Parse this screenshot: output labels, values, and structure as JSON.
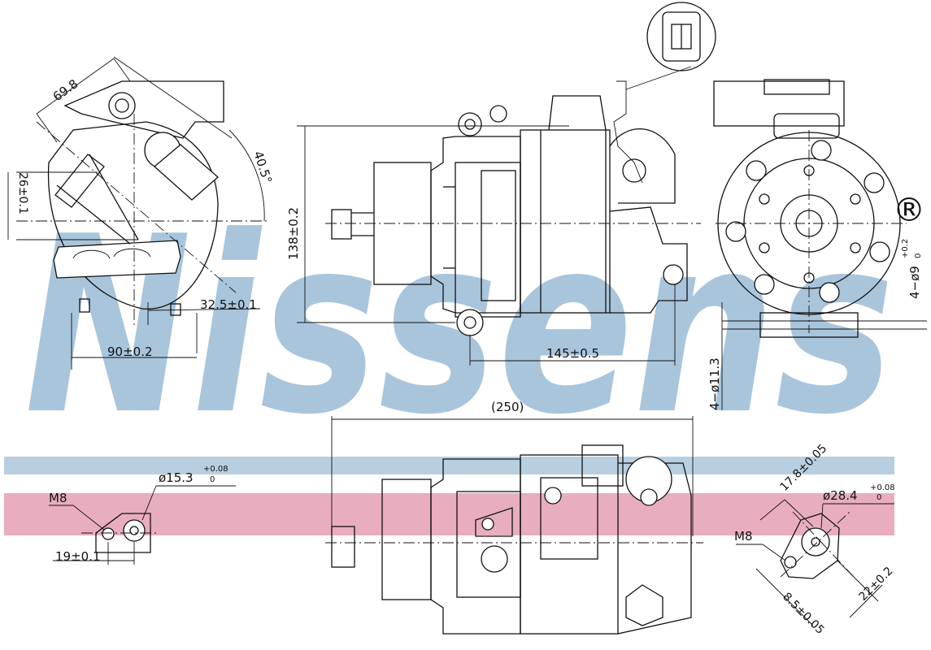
{
  "watermark": {
    "brand": "Nissens",
    "registered": "®",
    "color": "#a9c5dc",
    "band_blue": "#b7cfe1",
    "band_pink": "#e8aebe"
  },
  "dimensions": {
    "d_69_8": "69.8",
    "d_40_5": "40.5°",
    "d_26": "26±0.1",
    "d_32_5": "32.5±0.1",
    "d_90": "90±0.2",
    "d_138": "138±0.2",
    "d_145": "145±0.5",
    "d_250": "(250)",
    "d_4_phi9": "4−ø9",
    "d_4_phi9_tol_up": "+0.2",
    "d_4_phi9_tol_dn": "0",
    "d_4_phi11_3": "4−ø11.3",
    "left_m8": "M8",
    "left_phi15_3": "ø15.3",
    "left_phi15_3_tol_up": "+0.08",
    "left_phi15_3_tol_dn": "0",
    "left_19": "19±0.1",
    "right_17_8": "17.8±0.05",
    "right_phi28_4": "ø28.4",
    "right_phi28_4_tol_up": "+0.08",
    "right_phi28_4_tol_dn": "0",
    "right_m8": "M8",
    "right_22": "22±0.2",
    "right_8_5": "8.5±0.05"
  }
}
